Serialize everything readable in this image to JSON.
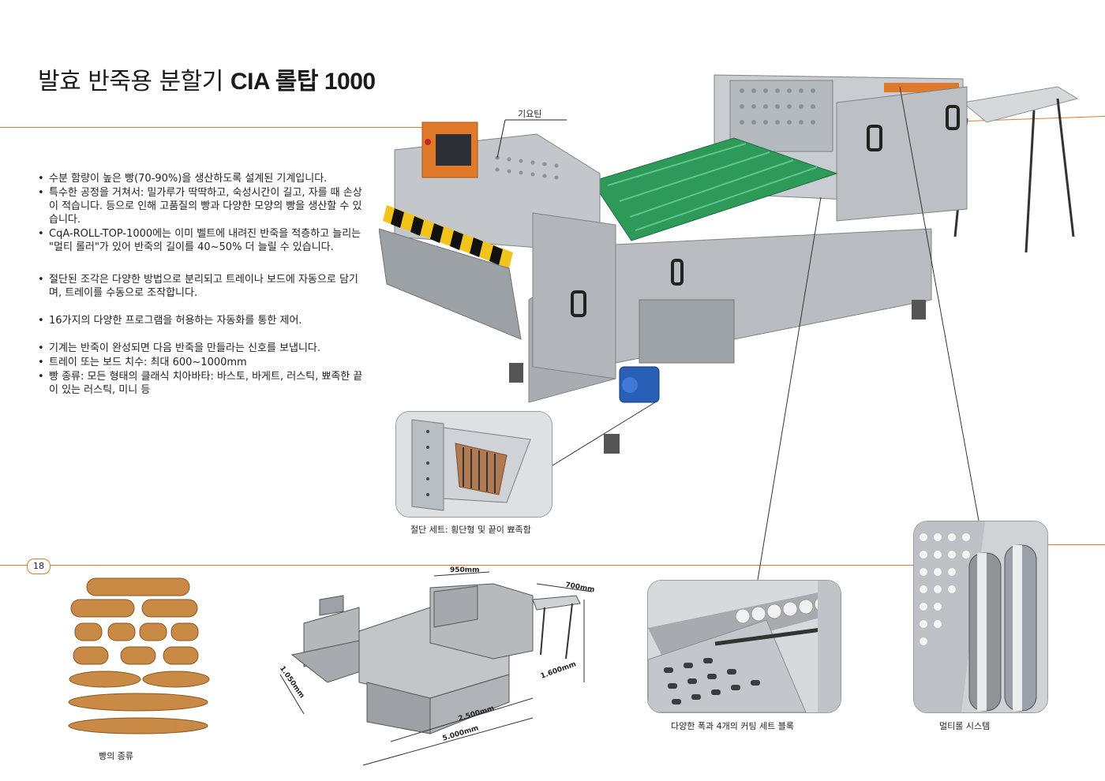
{
  "title": {
    "prefix": "발효 반죽용 분할기",
    "bold": "CIA 롤탑 1000"
  },
  "page_number": "18",
  "main_photo": {
    "callout_label": "기요틴"
  },
  "features": [
    "수분 함량이 높은 빵(70-90%)을 생산하도록 설계된 기계입니다.",
    "특수한 공정을 거쳐서: 밀가루가 딱딱하고, 숙성시간이 길고, 자를 때 손상이 적습니다. 등으로 인해 고품질의 빵과 다양한 모양의 빵을 생산할 수 있습니다.",
    "CqA-ROLL-TOP-1000에는 이미 벨트에 내려진 반죽을 적층하고 늘리는 \"멀티 롤러\"가 있어 반죽의 길이를 40~50% 더 늘릴 수 있습니다.",
    "절단된 조각은 다양한 방법으로 분리되고 트레이나 보드에 자동으로 담기며, 트레이를 수동으로 조작합니다.",
    "16가지의 다양한 프로그램을 허용하는 자동화를 통한 제어.",
    "기계는 반죽이 완성되면 다음 반죽을 만들라는 신호를 보냅니다.",
    "트레이 또는 보드 치수: 최대 600~1000mm",
    "빵 종류: 모든 형태의 클래식 치아바타: 바스토, 바게트, 러스틱, 뾰족한 끝이 있는 러스틱, 미니 등"
  ],
  "captions": {
    "cutting_set": "절단 세트: 횡단형 및 끝이 뾰족함",
    "bread_types": "빵의 종류",
    "cutting_block": "다양한 폭과 4개의 커팅 세트 블록",
    "multi_roll": "멀티롤 시스템"
  },
  "dimensions": {
    "width_top": "950mm",
    "conveyor": "700mm",
    "depth": "1.050mm",
    "height": "1.600mm",
    "body_length": "2.500mm",
    "total_length": "5.000mm"
  },
  "colors": {
    "accent_orange": "#e07a2a",
    "steel": "#b8bcc0",
    "belt_green": "#2e9a5a",
    "motor_blue": "#2a5fb8"
  }
}
